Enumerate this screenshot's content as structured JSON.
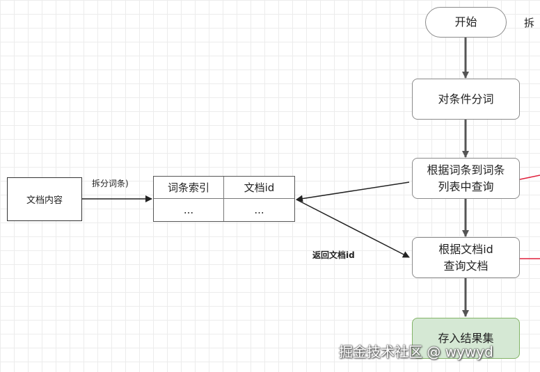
{
  "nodes": {
    "start": "开始",
    "tokenize": "对条件分词",
    "lookup_line1": "根据词条到词条",
    "lookup_line2": "列表中查询",
    "query_line1": "根据文档id",
    "query_line2": "查询文档",
    "store": "存入结果集"
  },
  "doc_box": "文档内容",
  "table": {
    "headers": [
      "词条索引",
      "文档id"
    ],
    "row": [
      "...",
      "..."
    ]
  },
  "edge_labels": {
    "split": "拆分词条)",
    "return_id": "返回文档id"
  },
  "clipped_char": "拆",
  "watermark": "掘金技术社区 @ wywyd",
  "colors": {
    "end_fill": "#d5e8d4",
    "end_stroke": "#82b366",
    "arrow": "#555555",
    "red_stub": "#e0203c"
  }
}
